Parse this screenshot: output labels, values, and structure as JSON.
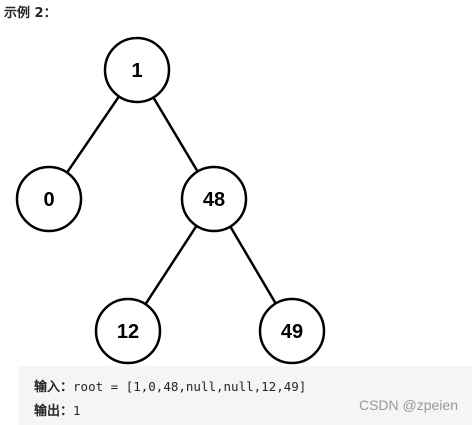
{
  "heading": "示例 2：",
  "tree": {
    "nodes": [
      {
        "id": "n1",
        "value": "1"
      },
      {
        "id": "n0",
        "value": "0"
      },
      {
        "id": "n48",
        "value": "48"
      },
      {
        "id": "n12",
        "value": "12"
      },
      {
        "id": "n49",
        "value": "49"
      }
    ],
    "edges": [
      {
        "from": "n1",
        "to": "n0"
      },
      {
        "from": "n1",
        "to": "n48"
      },
      {
        "from": "n48",
        "to": "n12"
      },
      {
        "from": "n48",
        "to": "n49"
      }
    ]
  },
  "example": {
    "input_label": "输入：",
    "input_value": "root = [1,0,48,null,null,12,49]",
    "output_label": "输出：",
    "output_value": "1"
  },
  "watermark": "CSDN @zpeien"
}
